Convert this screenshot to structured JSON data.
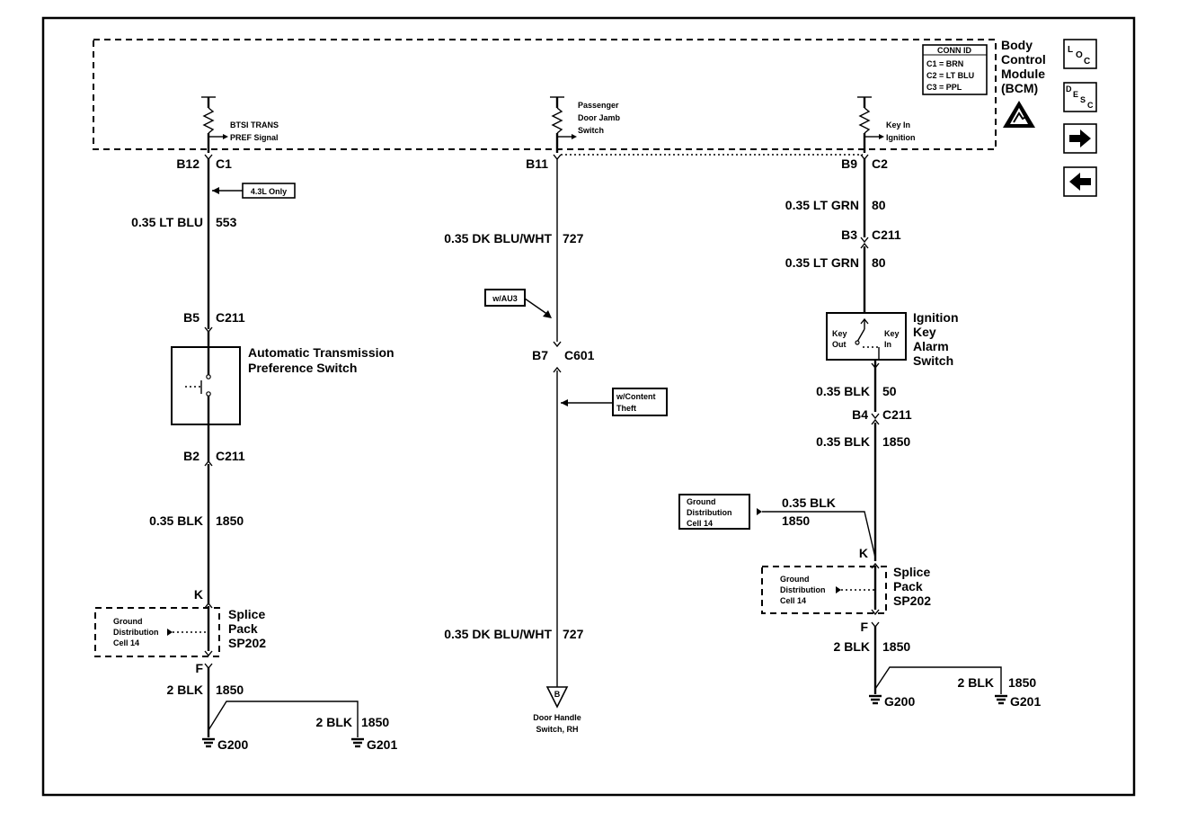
{
  "bcm": {
    "name_line1": "Body",
    "name_line2": "Control",
    "name_line3": "Module",
    "name_line4": "(BCM)",
    "conn_id": {
      "title": "CONN ID",
      "c1": "C1 = BRN",
      "c2": "C2 = LT BLU",
      "c3": "C3 = PPL"
    },
    "signals": {
      "btsi_line1": "BTSI TRANS",
      "btsi_line2": "PREF Signal",
      "door_line1": "Passenger",
      "door_line2": "Door Jamb",
      "door_line3": "Switch",
      "key_line1": "Key In",
      "key_line2": "Ignition"
    }
  },
  "nav": {
    "loc_l": "L",
    "loc_o": "O",
    "loc_c": "C",
    "desc_d": "D",
    "desc_e": "E",
    "desc_s": "S",
    "desc_c": "C"
  },
  "left_circuit": {
    "pin_top": "B12",
    "conn_top": "C1",
    "option_tag": "4.3L Only",
    "wire1_size_color": "0.35 LT BLU",
    "wire1_circuit": "553",
    "pin_b5": "B5",
    "conn_c211_a": "C211",
    "switch_name_line1": "Automatic Transmission",
    "switch_name_line2": "Preference Switch",
    "pin_b2": "B2",
    "conn_c211_b": "C211",
    "wire2_size_color": "0.35 BLK",
    "wire2_circuit": "1850",
    "splice_k": "K",
    "splice_line1": "Splice",
    "splice_line2": "Pack",
    "splice_line3": "SP202",
    "splice_inner_line1": "Ground",
    "splice_inner_line2": "Distribution",
    "splice_inner_line3": "Cell 14",
    "splice_f": "F",
    "wire3_size_color": "2 BLK",
    "wire3_circuit": "1850",
    "wire4_size_color": "2 BLK",
    "wire4_circuit": "1850",
    "ground1": "G200",
    "ground2": "G201"
  },
  "middle_circuit": {
    "pin_top": "B11",
    "wire1_size_color": "0.35 DK BLU/WHT",
    "wire1_circuit": "727",
    "option_tag": "w/AU3",
    "pin_b7": "B7",
    "conn_c601": "C601",
    "content_theft_line1": "w/Content",
    "content_theft_line2": "Theft",
    "wire2_size_color": "0.35 DK BLU/WHT",
    "wire2_circuit": "727",
    "ref_letter": "B",
    "door_handle_line1": "Door Handle",
    "door_handle_line2": "Switch, RH"
  },
  "right_circuit": {
    "pin_top": "B9",
    "conn_top": "C2",
    "wire1_size_color": "0.35 LT GRN",
    "wire1_circuit": "80",
    "pin_b3": "B3",
    "conn_c211_a": "C211",
    "wire2_size_color": "0.35 LT GRN",
    "wire2_circuit": "80",
    "switch_name_line1": "Ignition",
    "switch_name_line2": "Key",
    "switch_name_line3": "Alarm",
    "switch_name_line4": "Switch",
    "key_out_line1": "Key",
    "key_out_line2": "Out",
    "key_in_line1": "Key",
    "key_in_line2": "In",
    "wire3_size_color": "0.35 BLK",
    "wire3_circuit": "50",
    "pin_b4": "B4",
    "conn_c211_b": "C211",
    "wire4_size_color": "0.35 BLK",
    "wire4_circuit": "1850",
    "gd_tag_line1": "Ground",
    "gd_tag_line2": "Distribution",
    "gd_tag_line3": "Cell 14",
    "wire5_size_color": "0.35 BLK",
    "wire5_circuit": "1850",
    "splice_k": "K",
    "splice_line1": "Splice",
    "splice_line2": "Pack",
    "splice_line3": "SP202",
    "splice_inner_line1": "Ground",
    "splice_inner_line2": "Distribution",
    "splice_inner_line3": "Cell 14",
    "splice_f": "F",
    "wire6_size_color": "2 BLK",
    "wire6_circuit": "1850",
    "wire7_size_color": "2 BLK",
    "wire7_circuit": "1850",
    "ground1": "G200",
    "ground2": "G201"
  }
}
